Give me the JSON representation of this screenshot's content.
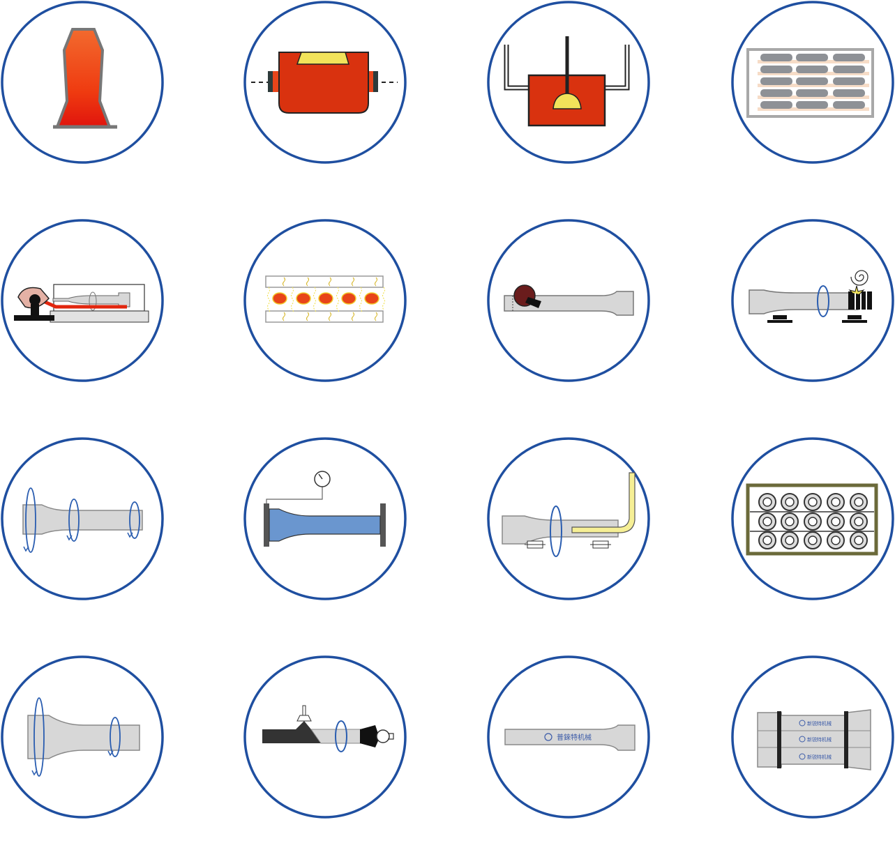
{
  "theme": {
    "ring": "#1f4fa0",
    "orange": "#e8451a",
    "red": "#d9320f",
    "yellow": "#f2e35a",
    "gray": "#cfcfcf",
    "dark": "#2b2b2b",
    "blue_fill": "#6a96cf",
    "olive": "#6b6a3a",
    "beige": "#f6dcc7"
  },
  "steps": [
    {
      "id": "melting-furnace",
      "icon": "furnace-icon"
    },
    {
      "id": "ladle-refining",
      "icon": "ladle-icon"
    },
    {
      "id": "vacuum-degassing",
      "icon": "degassing-icon"
    },
    {
      "id": "mould-preheating",
      "icon": "mould-rack-icon"
    },
    {
      "id": "centrifugal-casting",
      "icon": "casting-machine-icon"
    },
    {
      "id": "heat-treatment",
      "icon": "heat-treatment-icon"
    },
    {
      "id": "end-cutting",
      "icon": "cutting-saw-icon"
    },
    {
      "id": "rough-machining",
      "icon": "lathe-icon"
    },
    {
      "id": "finish-turning",
      "icon": "rotating-pipe-icon"
    },
    {
      "id": "hydrostatic-test",
      "icon": "pressure-test-icon"
    },
    {
      "id": "boring",
      "icon": "boring-bar-icon"
    },
    {
      "id": "stacking",
      "icon": "pipe-stack-icon"
    },
    {
      "id": "final-machining",
      "icon": "rotating-pipe-large-icon"
    },
    {
      "id": "welding",
      "icon": "welding-torch-icon"
    },
    {
      "id": "marking",
      "icon": "marked-pipe-icon"
    },
    {
      "id": "packing",
      "icon": "bundle-icon"
    }
  ],
  "marking": {
    "logo_text": "普錸特机械",
    "bundle_text": "新锐特机械"
  }
}
